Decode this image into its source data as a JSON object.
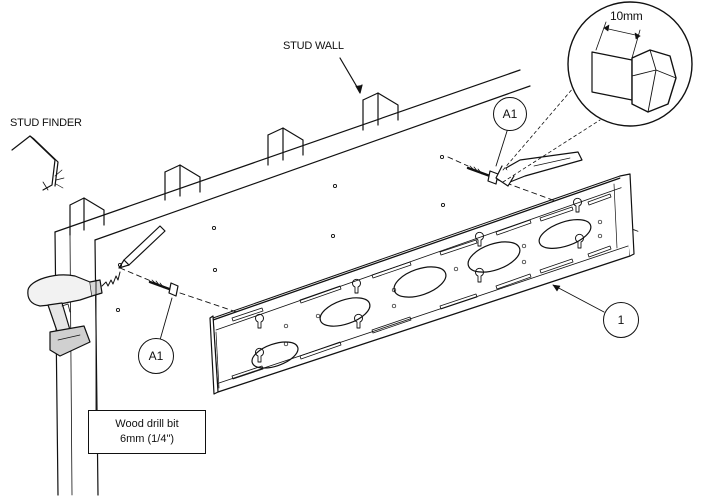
{
  "labels": {
    "stud_wall": "STUD WALL",
    "stud_finder": "STUD FINDER",
    "drill_note_line1": "Wood drill bit",
    "drill_note_line2": "6mm (1/4\")",
    "dimension": "10mm"
  },
  "callouts": {
    "anchor_top": "A1",
    "anchor_bottom": "A1",
    "bracket": "1"
  }
}
